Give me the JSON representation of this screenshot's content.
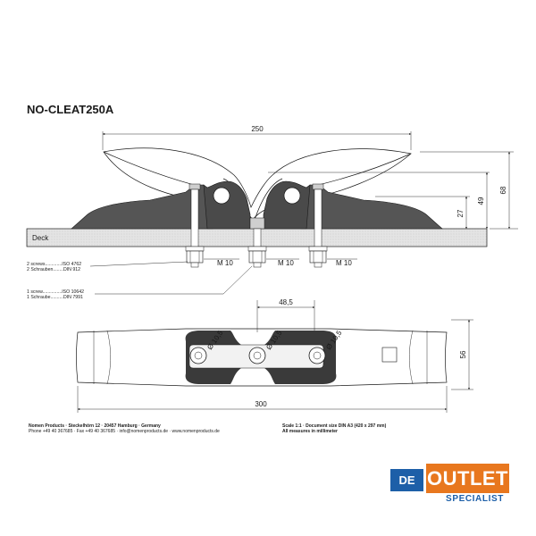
{
  "title": "NO-CLEAT250A",
  "dimensions": {
    "overall_height": "250",
    "h68": "68",
    "h49": "49",
    "h27": "27",
    "hole_spacing": "48,5",
    "width": "56",
    "length": "300",
    "hole_dia": "Ø 10,5",
    "thread": "M 10"
  },
  "deck_label": "Deck",
  "screws_note": {
    "line1": "2 screws.............ISO 4762",
    "line2": "2 Schrauben........DIN 912"
  },
  "screw_note": {
    "line1": "1 screw...............ISO 10642",
    "line2": "1 Schraube..........DIN 7991"
  },
  "footer": {
    "company": "Nomen Products · Steckelhörn 12 · 20457 Hamburg · Germany",
    "contact": "Phone +49 40 367685 · Fax +49 40 367685 · info@nomenproducts.de · www.nomenproducts.de",
    "scale": "Scale 1:1 · Document size DIN A3 (420 x 297 mm)",
    "units": "All measures in millimeter"
  },
  "logo": {
    "de": "DE",
    "outlet": "OUTLET",
    "specialist": "SPECIALIST",
    "colors": {
      "blue": "#1d5fa8",
      "orange": "#e8771e"
    }
  }
}
